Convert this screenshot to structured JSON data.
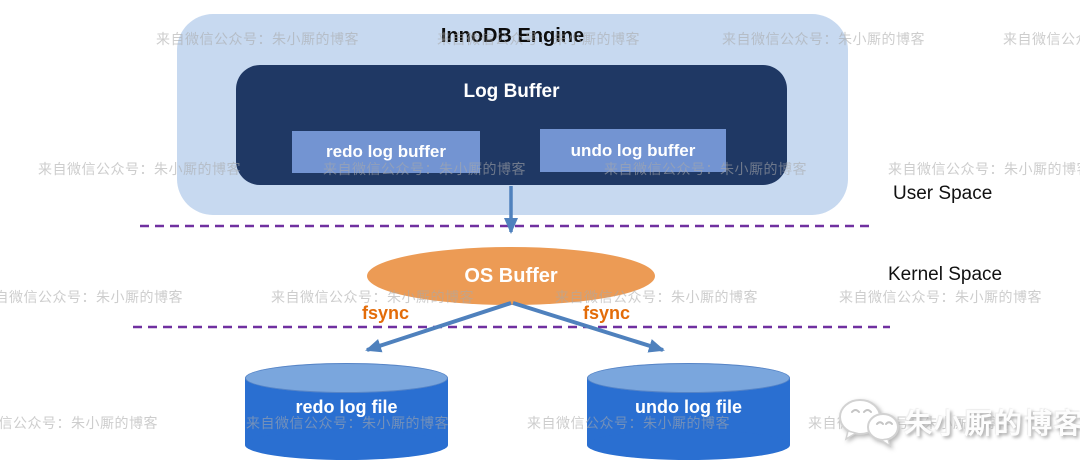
{
  "diagram": {
    "innodb_engine_label": "InnoDB Engine",
    "log_buffer_label": "Log Buffer",
    "redo_log_buffer_label": "redo log buffer",
    "undo_log_buffer_label": "undo log buffer",
    "os_buffer_label": "OS Buffer",
    "fsync_left_label": "fsync",
    "fsync_right_label": "fsync",
    "redo_log_file_label": "redo log file",
    "undo_log_file_label": "undo log file",
    "user_space_label": "User Space",
    "kernel_space_label": "Kernel Space"
  },
  "watermark": {
    "text": "来自微信公众号：朱小厮的博客"
  },
  "logo": {
    "icon": "wechat-icon",
    "text": "朱小厮的博客"
  },
  "colors": {
    "outer_box": "#c7d9f0",
    "log_buffer_box": "#1f3864",
    "inner_buffer_box": "#7394d2",
    "os_buffer_ellipse": "#ec9b55",
    "fsync_text": "#e36c09",
    "cylinder_body": "#2a6fd1",
    "cylinder_top": "#7aa6dd",
    "arrow": "#4f81bd",
    "dashed_line": "#7030a0"
  }
}
